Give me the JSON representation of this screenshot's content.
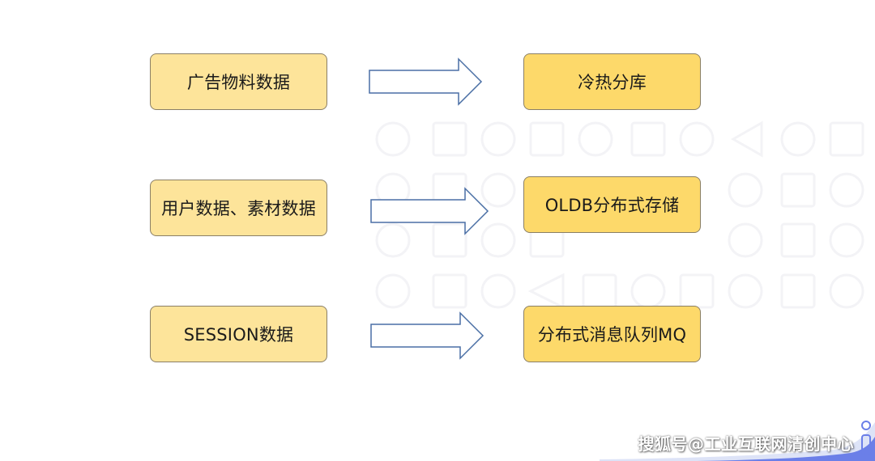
{
  "diagram": {
    "rows": [
      {
        "source": "广告物料数据",
        "target": "冷热分库"
      },
      {
        "source": "用户数据、素材数据",
        "target": "OLDB分布式存储"
      },
      {
        "source": "SESSION数据",
        "target": "分布式消息队列MQ"
      }
    ]
  },
  "watermark": {
    "text": "搜狐号@工业互联网清创中心"
  },
  "colors": {
    "source_box": "#fde49a",
    "target_box": "#fdd96a",
    "arrow_fill": "#ffffff",
    "arrow_stroke": "#4a6fa5"
  }
}
